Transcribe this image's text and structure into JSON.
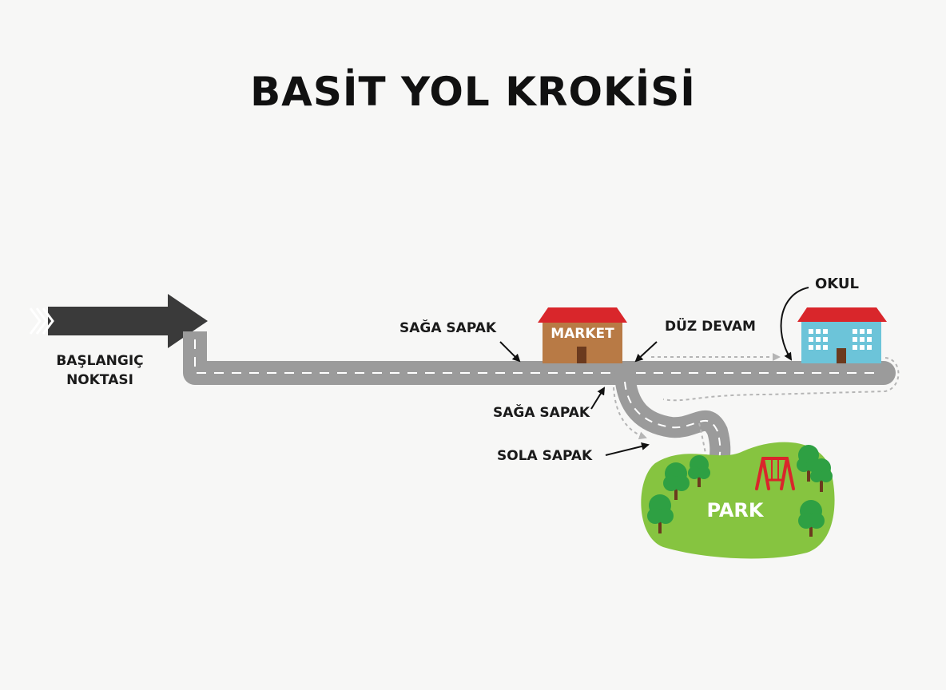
{
  "title": "BASİT YOL KROKİSİ",
  "start": {
    "line1": "BAŞLANGIÇ",
    "line2": "NOKTASI",
    "icon": "start-arrow-icon",
    "color": "#3a3a3a"
  },
  "labels": {
    "right_turn_top": "SAĞA SAPAK",
    "straight": "DÜZ DEVAM",
    "school": "OKUL",
    "right_turn_mid": "SAĞA SAPAK",
    "left_turn": "SOLA SAPAK"
  },
  "places": {
    "market": {
      "name": "MARKET",
      "wall_color": "#b87a45",
      "roof_color": "#d9262b"
    },
    "school": {
      "wall_color": "#6cc4d9",
      "roof_color": "#d9262b"
    },
    "park": {
      "name": "PARK",
      "color": "#86c440"
    }
  },
  "colors": {
    "road": "#9b9b9b",
    "road_marking": "#ffffff",
    "route_hint": "#b5b5b5",
    "tree": "#2ea043",
    "swing": "#d9262b"
  }
}
